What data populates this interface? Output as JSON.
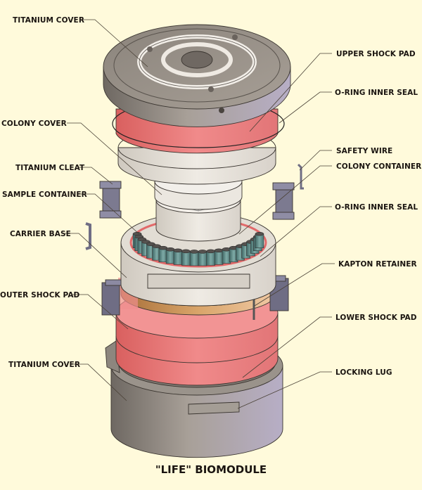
{
  "title": "\"LIFE\" BIOMODULE",
  "labels_left": [
    {
      "id": "titanium-cover-top",
      "text": "TITANIUM COVER"
    },
    {
      "id": "colony-cover",
      "text": "COLONY COVER"
    },
    {
      "id": "titanium-cleat",
      "text": "TITANIUM CLEAT"
    },
    {
      "id": "sample-container",
      "text": "SAMPLE CONTAINER"
    },
    {
      "id": "carrier-base",
      "text": "CARRIER BASE"
    },
    {
      "id": "outer-shock-pad",
      "text": "OUTER SHOCK PAD"
    },
    {
      "id": "titanium-cover-bottom",
      "text": "TITANIUM COVER"
    }
  ],
  "labels_right": [
    {
      "id": "upper-shock-pad",
      "text": "UPPER SHOCK PAD"
    },
    {
      "id": "o-ring-inner-seal-top",
      "text": "O-RING INNER SEAL"
    },
    {
      "id": "safety-wire",
      "text": "SAFETY WIRE"
    },
    {
      "id": "colony-container",
      "text": "COLONY CONTAINER"
    },
    {
      "id": "o-ring-inner-seal-mid",
      "text": "O-RING INNER SEAL"
    },
    {
      "id": "kapton-retainer",
      "text": "KAPTON RETAINER"
    },
    {
      "id": "lower-shock-pad",
      "text": "LOWER SHOCK PAD"
    },
    {
      "id": "locking-lug",
      "text": "LOCKING LUG"
    }
  ],
  "colors": {
    "background": "#fffadb",
    "titanium": "#8a837b",
    "shock_pad": "#e8787a",
    "plastic": "#e6e2da",
    "cleat": "#7c7a90",
    "kapton": "#c99050",
    "vial": "#5a8a88"
  }
}
